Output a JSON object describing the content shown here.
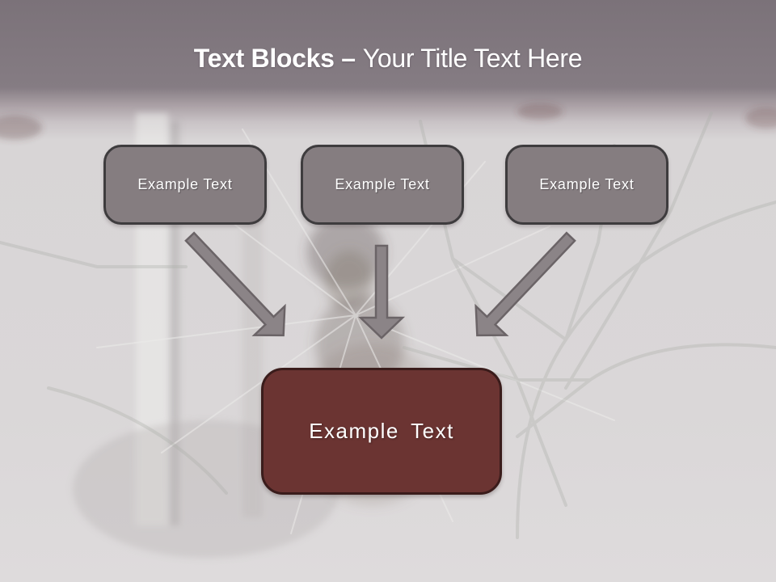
{
  "slide": {
    "title": {
      "bold": "Text Blocks –",
      "regular": "Your Title Text Here"
    },
    "blocks": [
      {
        "label": "Example Text"
      },
      {
        "label": "Example Text"
      },
      {
        "label": "Example Text"
      }
    ],
    "result": {
      "label": "Example Text"
    },
    "colors": {
      "header_top": "#7b7279",
      "header_mid": "#857c83",
      "body_background": "#d8d5d6",
      "block_fill": "#857d80",
      "block_border": "#3e3c3e",
      "arrow_fill": "#8b8487",
      "arrow_outline": "#6b6467",
      "result_fill": "#6b3432",
      "result_border": "#3a1c1b",
      "text_color": "#ffffff"
    }
  }
}
